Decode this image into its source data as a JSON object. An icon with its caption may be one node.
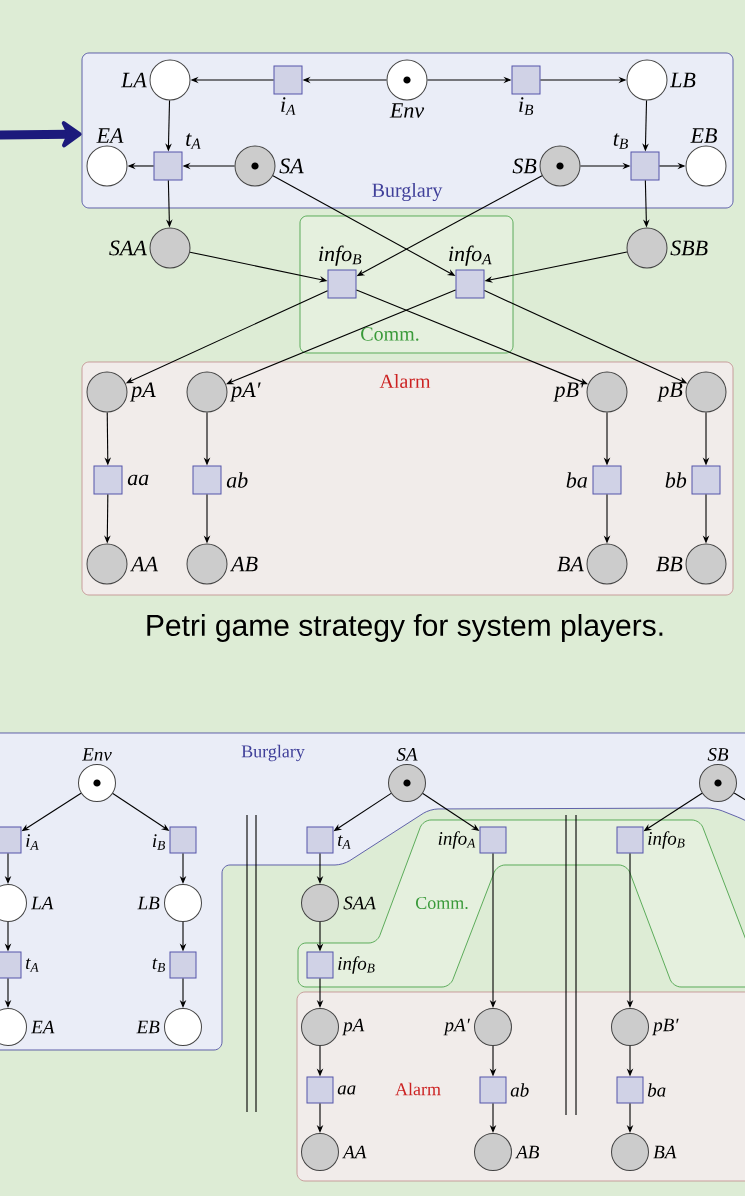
{
  "diagram": {
    "caption": "Petri game strategy for system players.",
    "nodes": [
      {
        "text": [
          "Burglary"
        ]
      },
      {
        "text": [],
        "shape": "circle",
        "beside": [
          "LA"
        ],
        "in": 0
      },
      {
        "text": [],
        "shape": "box",
        "beside": [
          "i$_{A}$"
        ],
        "in": 0
      },
      {
        "text": [],
        "shape": "circle",
        "beside": [
          "Env"
        ],
        "in": 0
      },
      {
        "text": [],
        "shape": "box",
        "beside": [
          "i$_{B}$"
        ],
        "in": 0
      },
      {
        "text": [],
        "shape": "circle",
        "beside": [
          "LB"
        ],
        "in": 0
      },
      {
        "text": [],
        "shape": "circle",
        "beside": [
          "EA"
        ],
        "in": 0
      },
      {
        "text": [],
        "shape": "box",
        "beside": [
          "t$_{A}$"
        ],
        "in": 0
      },
      {
        "text": [],
        "shape": "circle",
        "beside": [
          "SA"
        ],
        "in": 0
      },
      {
        "text": [],
        "shape": "circle",
        "beside": [
          "SB"
        ],
        "in": 0
      },
      {
        "text": [],
        "shape": "box",
        "beside": [
          "t$_{B}$"
        ],
        "in": 0
      },
      {
        "text": [],
        "shape": "circle",
        "beside": [
          "EB"
        ],
        "in": 0
      },
      {
        "text": [
          "Comm."
        ]
      },
      {
        "text": [],
        "shape": "circle",
        "beside": [
          "SAA"
        ]
      },
      {
        "text": [],
        "shape": "box",
        "beside": [
          "info$_{B}$"
        ],
        "in": 12
      },
      {
        "text": [],
        "shape": "box",
        "beside": [
          "info$_{A}$"
        ],
        "in": 12
      },
      {
        "text": [],
        "shape": "circle",
        "beside": [
          "SBB"
        ]
      },
      {
        "text": [
          "Alarm"
        ]
      },
      {
        "text": [],
        "shape": "circle",
        "beside": [
          "pA"
        ],
        "in": 17
      },
      {
        "text": [],
        "shape": "circle",
        "beside": [
          "pA′"
        ],
        "in": 17
      },
      {
        "text": [],
        "shape": "circle",
        "beside": [
          "pB′"
        ],
        "in": 17
      },
      {
        "text": [],
        "shape": "circle",
        "beside": [
          "pB"
        ],
        "in": 17
      },
      {
        "text": [],
        "shape": "box",
        "beside": [
          "aa"
        ],
        "in": 17
      },
      {
        "text": [],
        "shape": "box",
        "beside": [
          "ab"
        ],
        "in": 17
      },
      {
        "text": [],
        "shape": "box",
        "beside": [
          "ba"
        ],
        "in": 17
      },
      {
        "text": [],
        "shape": "box",
        "beside": [
          "bb"
        ],
        "in": 17
      },
      {
        "text": [],
        "shape": "circle",
        "beside": [
          "AA"
        ],
        "in": 17
      },
      {
        "text": [],
        "shape": "circle",
        "beside": [
          "AB"
        ],
        "in": 17
      },
      {
        "text": [],
        "shape": "circle",
        "beside": [
          "BA"
        ],
        "in": 17
      },
      {
        "text": [],
        "shape": "circle",
        "beside": [
          "BB"
        ],
        "in": 17
      },
      {
        "text": [
          "Burglary"
        ]
      },
      {
        "text": [
          "Comm."
        ]
      },
      {
        "text": [
          "Alarm"
        ]
      },
      {
        "text": [],
        "shape": "circle",
        "beside": [
          "Env"
        ],
        "in": 30
      },
      {
        "text": [],
        "shape": "circle",
        "beside": [
          "SA"
        ],
        "in": 30
      },
      {
        "text": [],
        "shape": "circle",
        "beside": [
          "SB"
        ],
        "in": 30
      },
      {
        "text": [],
        "shape": "box",
        "beside": [
          "i$_{A}$"
        ],
        "in": 30
      },
      {
        "text": [],
        "shape": "box",
        "beside": [
          "i$_{B}$"
        ],
        "in": 30
      },
      {
        "text": [],
        "shape": "box",
        "beside": [
          "t$_{A}$"
        ],
        "in": 30
      },
      {
        "text": [],
        "shape": "box",
        "beside": [
          "info$_{A}$"
        ],
        "in": 31
      },
      {
        "text": [],
        "shape": "box",
        "beside": [
          "info$_{B}$"
        ],
        "in": 31
      },
      {
        "text": [],
        "shape": "circle",
        "beside": [
          "LA"
        ],
        "in": 30
      },
      {
        "text": [],
        "shape": "circle",
        "beside": [
          "LB"
        ],
        "in": 30
      },
      {
        "text": [],
        "shape": "circle",
        "beside": [
          "SAA"
        ]
      },
      {
        "text": [],
        "shape": "box",
        "beside": [
          "t$_{A}$"
        ],
        "in": 30
      },
      {
        "text": [],
        "shape": "box",
        "beside": [
          "t$_{B}$"
        ],
        "in": 30
      },
      {
        "text": [],
        "shape": "box",
        "beside": [
          "info$_{B}$"
        ],
        "in": 31
      },
      {
        "text": [],
        "shape": "circle",
        "beside": [
          "EA"
        ],
        "in": 30
      },
      {
        "text": [],
        "shape": "circle",
        "beside": [
          "EB"
        ],
        "in": 30
      },
      {
        "text": [],
        "shape": "circle",
        "beside": [
          "pA"
        ],
        "in": 32
      },
      {
        "text": [],
        "shape": "circle",
        "beside": [
          "pA′"
        ],
        "in": 32
      },
      {
        "text": [],
        "shape": "circle",
        "beside": [
          "pB′"
        ],
        "in": 32
      },
      {
        "text": [],
        "shape": "box",
        "beside": [
          "aa"
        ],
        "in": 32
      },
      {
        "text": [],
        "shape": "box",
        "beside": [
          "ab"
        ],
        "in": 32
      },
      {
        "text": [],
        "shape": "box",
        "beside": [
          "ba"
        ],
        "in": 32
      },
      {
        "text": [],
        "shape": "circle",
        "beside": [
          "AA"
        ],
        "in": 32
      },
      {
        "text": [],
        "shape": "circle",
        "beside": [
          "AB"
        ],
        "in": 32
      },
      {
        "text": [],
        "shape": "circle",
        "beside": [
          "BA"
        ],
        "in": 32
      }
    ],
    "edges": [
      {
        "from": null,
        "to": 0,
        "arrow": "to",
        "style": "thick",
        "color": "#1c1a7c"
      },
      {
        "from": 3,
        "to": 2,
        "arrow": "to"
      },
      {
        "from": 2,
        "to": 1,
        "arrow": "to"
      },
      {
        "from": 3,
        "to": 4,
        "arrow": "to"
      },
      {
        "from": 4,
        "to": 5,
        "arrow": "to"
      },
      {
        "from": 1,
        "to": 7,
        "arrow": "to"
      },
      {
        "from": 8,
        "to": 7,
        "arrow": "to"
      },
      {
        "from": 7,
        "to": 6,
        "arrow": "to"
      },
      {
        "from": 7,
        "to": 13,
        "arrow": "to"
      },
      {
        "from": 5,
        "to": 10,
        "arrow": "to"
      },
      {
        "from": 9,
        "to": 10,
        "arrow": "to"
      },
      {
        "from": 10,
        "to": 11,
        "arrow": "to"
      },
      {
        "from": 10,
        "to": 16,
        "arrow": "to"
      },
      {
        "from": 13,
        "to": 14,
        "arrow": "to"
      },
      {
        "from": 9,
        "to": 14,
        "arrow": "to"
      },
      {
        "from": 8,
        "to": 15,
        "arrow": "to"
      },
      {
        "from": 16,
        "to": 15,
        "arrow": "to"
      },
      {
        "from": 14,
        "to": 18,
        "arrow": "to"
      },
      {
        "from": 14,
        "to": 20,
        "arrow": "to"
      },
      {
        "from": 15,
        "to": 19,
        "arrow": "to"
      },
      {
        "from": 15,
        "to": 21,
        "arrow": "to"
      },
      {
        "from": 18,
        "to": 22,
        "arrow": "to"
      },
      {
        "from": 22,
        "to": 26,
        "arrow": "to"
      },
      {
        "from": 19,
        "to": 23,
        "arrow": "to"
      },
      {
        "from": 23,
        "to": 27,
        "arrow": "to"
      },
      {
        "from": 20,
        "to": 24,
        "arrow": "to"
      },
      {
        "from": 24,
        "to": 28,
        "arrow": "to"
      },
      {
        "from": 21,
        "to": 25,
        "arrow": "to"
      },
      {
        "from": 25,
        "to": 29,
        "arrow": "to"
      },
      {
        "from": 33,
        "to": 36,
        "arrow": "to"
      },
      {
        "from": 33,
        "to": 37,
        "arrow": "to"
      },
      {
        "from": 36,
        "to": 41,
        "arrow": "to"
      },
      {
        "from": 41,
        "to": 44,
        "arrow": "to"
      },
      {
        "from": 44,
        "to": 47,
        "arrow": "to"
      },
      {
        "from": 37,
        "to": 42,
        "arrow": "to"
      },
      {
        "from": 42,
        "to": 45,
        "arrow": "to"
      },
      {
        "from": 45,
        "to": 48,
        "arrow": "to"
      },
      {
        "from": 34,
        "to": 38,
        "arrow": "to"
      },
      {
        "from": 34,
        "to": 39,
        "arrow": "to"
      },
      {
        "from": 38,
        "to": 43,
        "arrow": "to"
      },
      {
        "from": 43,
        "to": 46,
        "arrow": "to"
      },
      {
        "from": 46,
        "to": 49,
        "arrow": "to"
      },
      {
        "from": 49,
        "to": 52,
        "arrow": "to"
      },
      {
        "from": 52,
        "to": 55,
        "arrow": "to"
      },
      {
        "from": 39,
        "to": 50,
        "arrow": "to"
      },
      {
        "from": 50,
        "to": 53,
        "arrow": "to"
      },
      {
        "from": 53,
        "to": 56,
        "arrow": "to"
      },
      {
        "from": 35,
        "to": 40,
        "arrow": "to"
      },
      {
        "from": 40,
        "to": 51,
        "arrow": "to"
      },
      {
        "from": 51,
        "to": 54,
        "arrow": "to"
      },
      {
        "from": 54,
        "to": 57,
        "arrow": "to"
      },
      {
        "from": 35,
        "to": null,
        "arrow": "none"
      }
    ]
  }
}
